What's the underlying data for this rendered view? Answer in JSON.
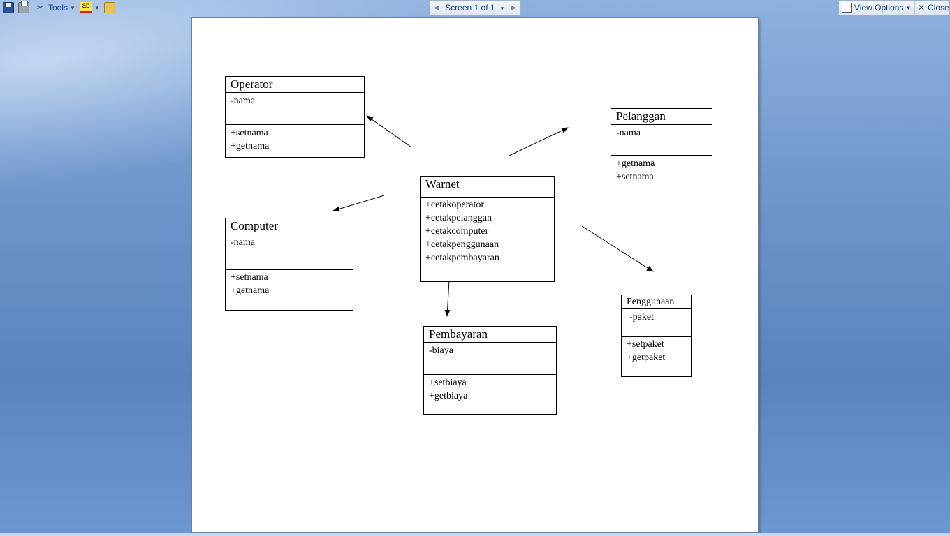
{
  "toolbar": {
    "tools_label": "Tools",
    "screen_label": "Screen 1 of 1",
    "view_options_label": "View Options",
    "close_label": "Close"
  },
  "diagram": {
    "operator": {
      "name": "Operator",
      "attributes": [
        "-nama"
      ],
      "methods": [
        "+setnama",
        "+getnama"
      ]
    },
    "pelanggan": {
      "name": "Pelanggan",
      "attributes": [
        "-nama"
      ],
      "methods": [
        "+getnama",
        "+setnama"
      ]
    },
    "warnet": {
      "name": "Warnet",
      "methods": [
        "+cetakoperator",
        "+cetakpelanggan",
        "+cetakcomputer",
        "+cetakpenggunaan",
        "+cetakpembayaran"
      ]
    },
    "computer": {
      "name": "Computer",
      "attributes": [
        "-nama"
      ],
      "methods": [
        "+setnama",
        "+getnama"
      ]
    },
    "pembayaran": {
      "name": "Pembayaran",
      "attributes": [
        "-biaya"
      ],
      "methods": [
        "+setbiaya",
        "+getbiaya"
      ]
    },
    "penggunaan": {
      "name": "Penggunaan",
      "attributes": [
        "-paket"
      ],
      "methods": [
        "+setpaket",
        "+getpaket"
      ]
    }
  }
}
